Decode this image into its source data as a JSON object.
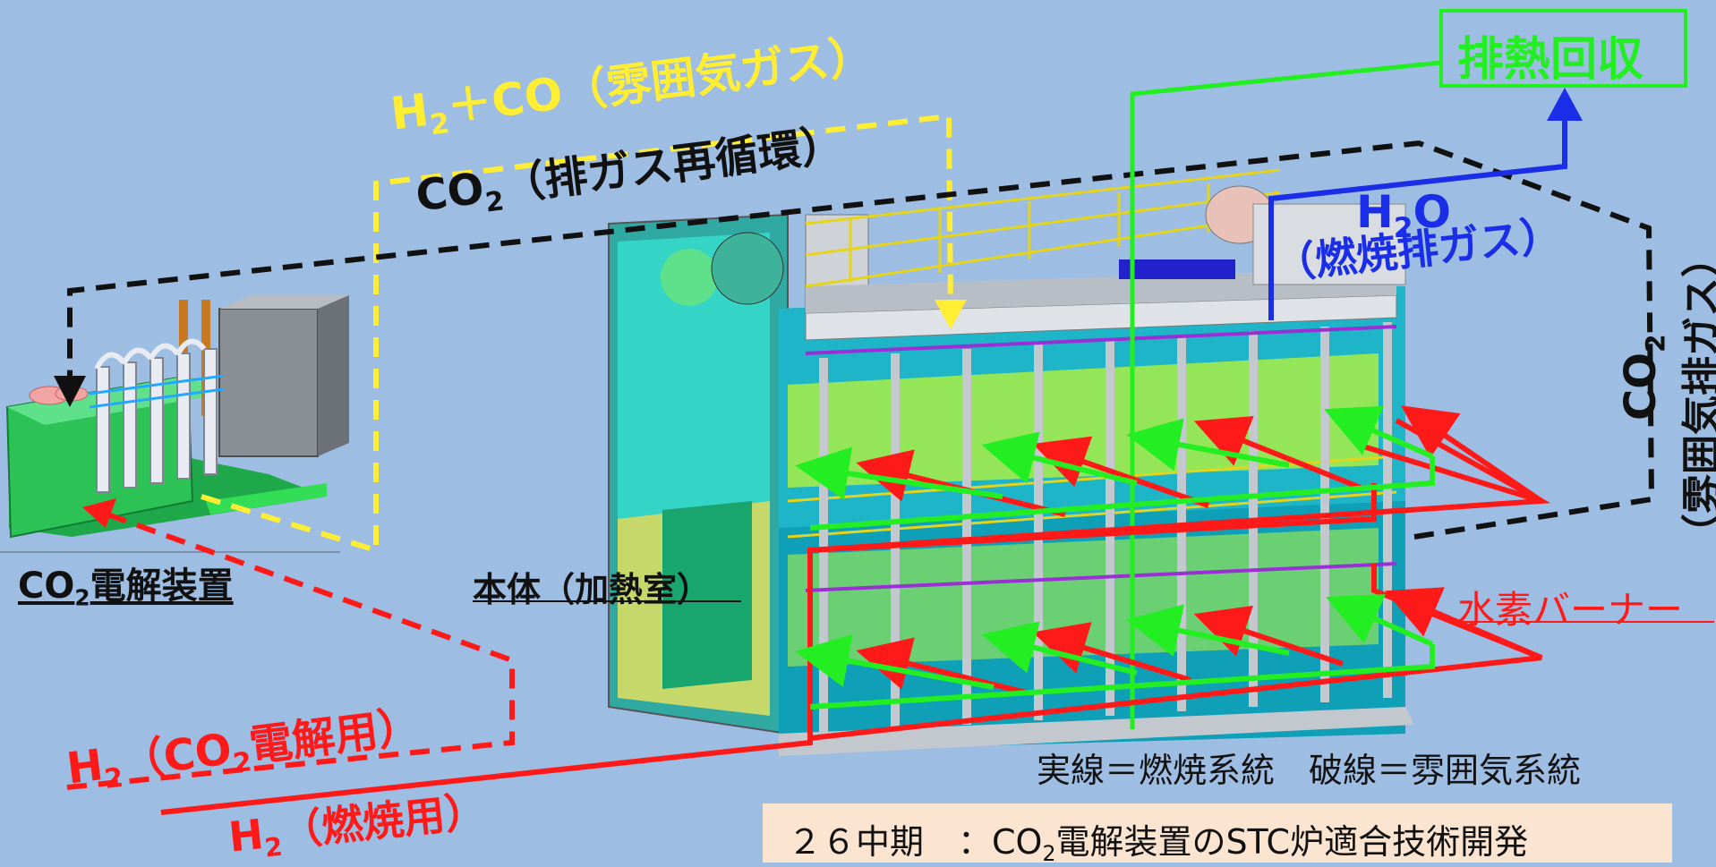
{
  "colors": {
    "background": "#9dbde3",
    "combustion_red": "#ff1a1a",
    "atmosphere_yellow": "#ffee33",
    "exhaust_black": "#111111",
    "heat_green": "#22ee22",
    "water_blue": "#1a2ee8",
    "note_box": "#fce5d0"
  },
  "labels": {
    "h2_co_a": "H",
    "h2_co_sub": "2",
    "h2_co_b": "＋CO（雰囲気ガス）",
    "co2_recirc_a": "CO",
    "co2_recirc_sub": "2",
    "co2_recirc_b": "（排ガス再循環）",
    "heat_recovery": "排熱回収",
    "h2o_a": "H",
    "h2o_sub": "2",
    "h2o_b": "O",
    "h2o_paren": "（燃焼排ガス）",
    "co2_side_a": "CO",
    "co2_side_sub": "2",
    "co2_side_paren": "（雰囲気排ガス）",
    "electrolyzer_a": "CO",
    "electrolyzer_sub": "2",
    "electrolyzer_b": "電解装置",
    "main_body": "本体（加熱室）",
    "h2_burner": "水素バーナー",
    "h2_electrolysis_a": "H",
    "h2_electrolysis_sub": "2",
    "h2_electrolysis_b": "（CO",
    "h2_electrolysis_sub2": "2",
    "h2_electrolysis_c": "電解用）",
    "h2_combustion_a": "H",
    "h2_combustion_sub": "2",
    "h2_combustion_b": "（燃焼用）",
    "legend": "実線＝燃焼系統　破線＝雰囲気系統"
  },
  "note": {
    "a": "２６中期　：CO",
    "sub": "2",
    "b": "電解装置のSTC炉適合技術開発"
  }
}
